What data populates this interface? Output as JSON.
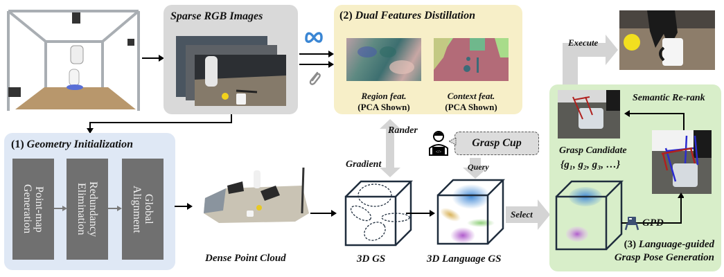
{
  "figure": {
    "robot_setup_photo": "robot workcell with cameras",
    "sparse_rgb": {
      "title": "Sparse RGB Images"
    },
    "feature_distillation": {
      "title_prefix": "(2)",
      "title": "Dual Features Distillation",
      "region": {
        "label": "Region feat.",
        "sub": "(PCA Shown)"
      },
      "context": {
        "label": "Context feat.",
        "sub": "(PCA Shown)"
      }
    },
    "model_icons": [
      "meta-logo-icon",
      "paperclip-icon"
    ],
    "geometry_init": {
      "title_prefix": "(1)",
      "title": "Geometry Initialization",
      "steps": [
        "Point-map\nGeneration",
        "Redundancy\nElimination",
        "Global\nAlignment"
      ]
    },
    "dense_point_cloud": {
      "label": "Dense Point Cloud"
    },
    "gs3d": {
      "label": "3D GS"
    },
    "language_gs": {
      "label": "3D Language GS"
    },
    "arrows": {
      "render": "Rander",
      "gradient": "Gradient",
      "query": "Query",
      "select": "Select",
      "execute": "Execute",
      "semantic_rerank": "Semantic Re-rank",
      "gpd": "GPD"
    },
    "user_query": {
      "text": "Grasp Cup"
    },
    "grasp": {
      "title_prefix": "(3)",
      "title_line1": "Language-guided",
      "title_line2": "Grasp Pose Generation",
      "candidate_label": "Grasp Candidate",
      "candidate_set": "{g₁, g₂, g₃, …}"
    },
    "colors": {
      "sparse_panel": "#d9d9d9",
      "feature_panel": "#f7efc8",
      "geometry_panel": "#dfe8f5",
      "grasp_panel": "#d8eec9",
      "block_gray": "#707070",
      "arrow_gray": "#d4d4d4",
      "cube_stroke": "#1f2d3d",
      "meta_blue": "#3a86d4"
    }
  }
}
